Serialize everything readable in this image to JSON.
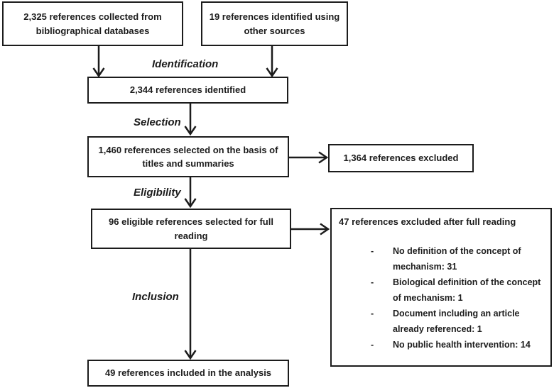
{
  "figure": {
    "stage_labels": [
      "Identification",
      "Selection",
      "Eligibility",
      "Inclusion"
    ],
    "bullet_char": "-",
    "boxes": {
      "databases": "2,325 references collected from bibliographical databases",
      "other_sources": "19 references identified using other sources",
      "identified": "2,344 references identified",
      "selected": "1,460 references selected on the basis of titles and summaries",
      "excluded_titles": "1,364 references excluded",
      "eligible": "96 eligible references selected for full reading",
      "excluded_full_title": "47 references excluded after full reading",
      "excluded_full_reasons": [
        "No definition of the concept of mechanism: 31",
        "Biological definition of the concept of mechanism: 1",
        "Document including an article already referenced: 1",
        "No public health intervention: 14"
      ],
      "included": "49 references included in the analysis"
    },
    "colors": {
      "line": "#1c1c1c",
      "text": "#1c1c1c",
      "background": "#ffffff"
    }
  }
}
